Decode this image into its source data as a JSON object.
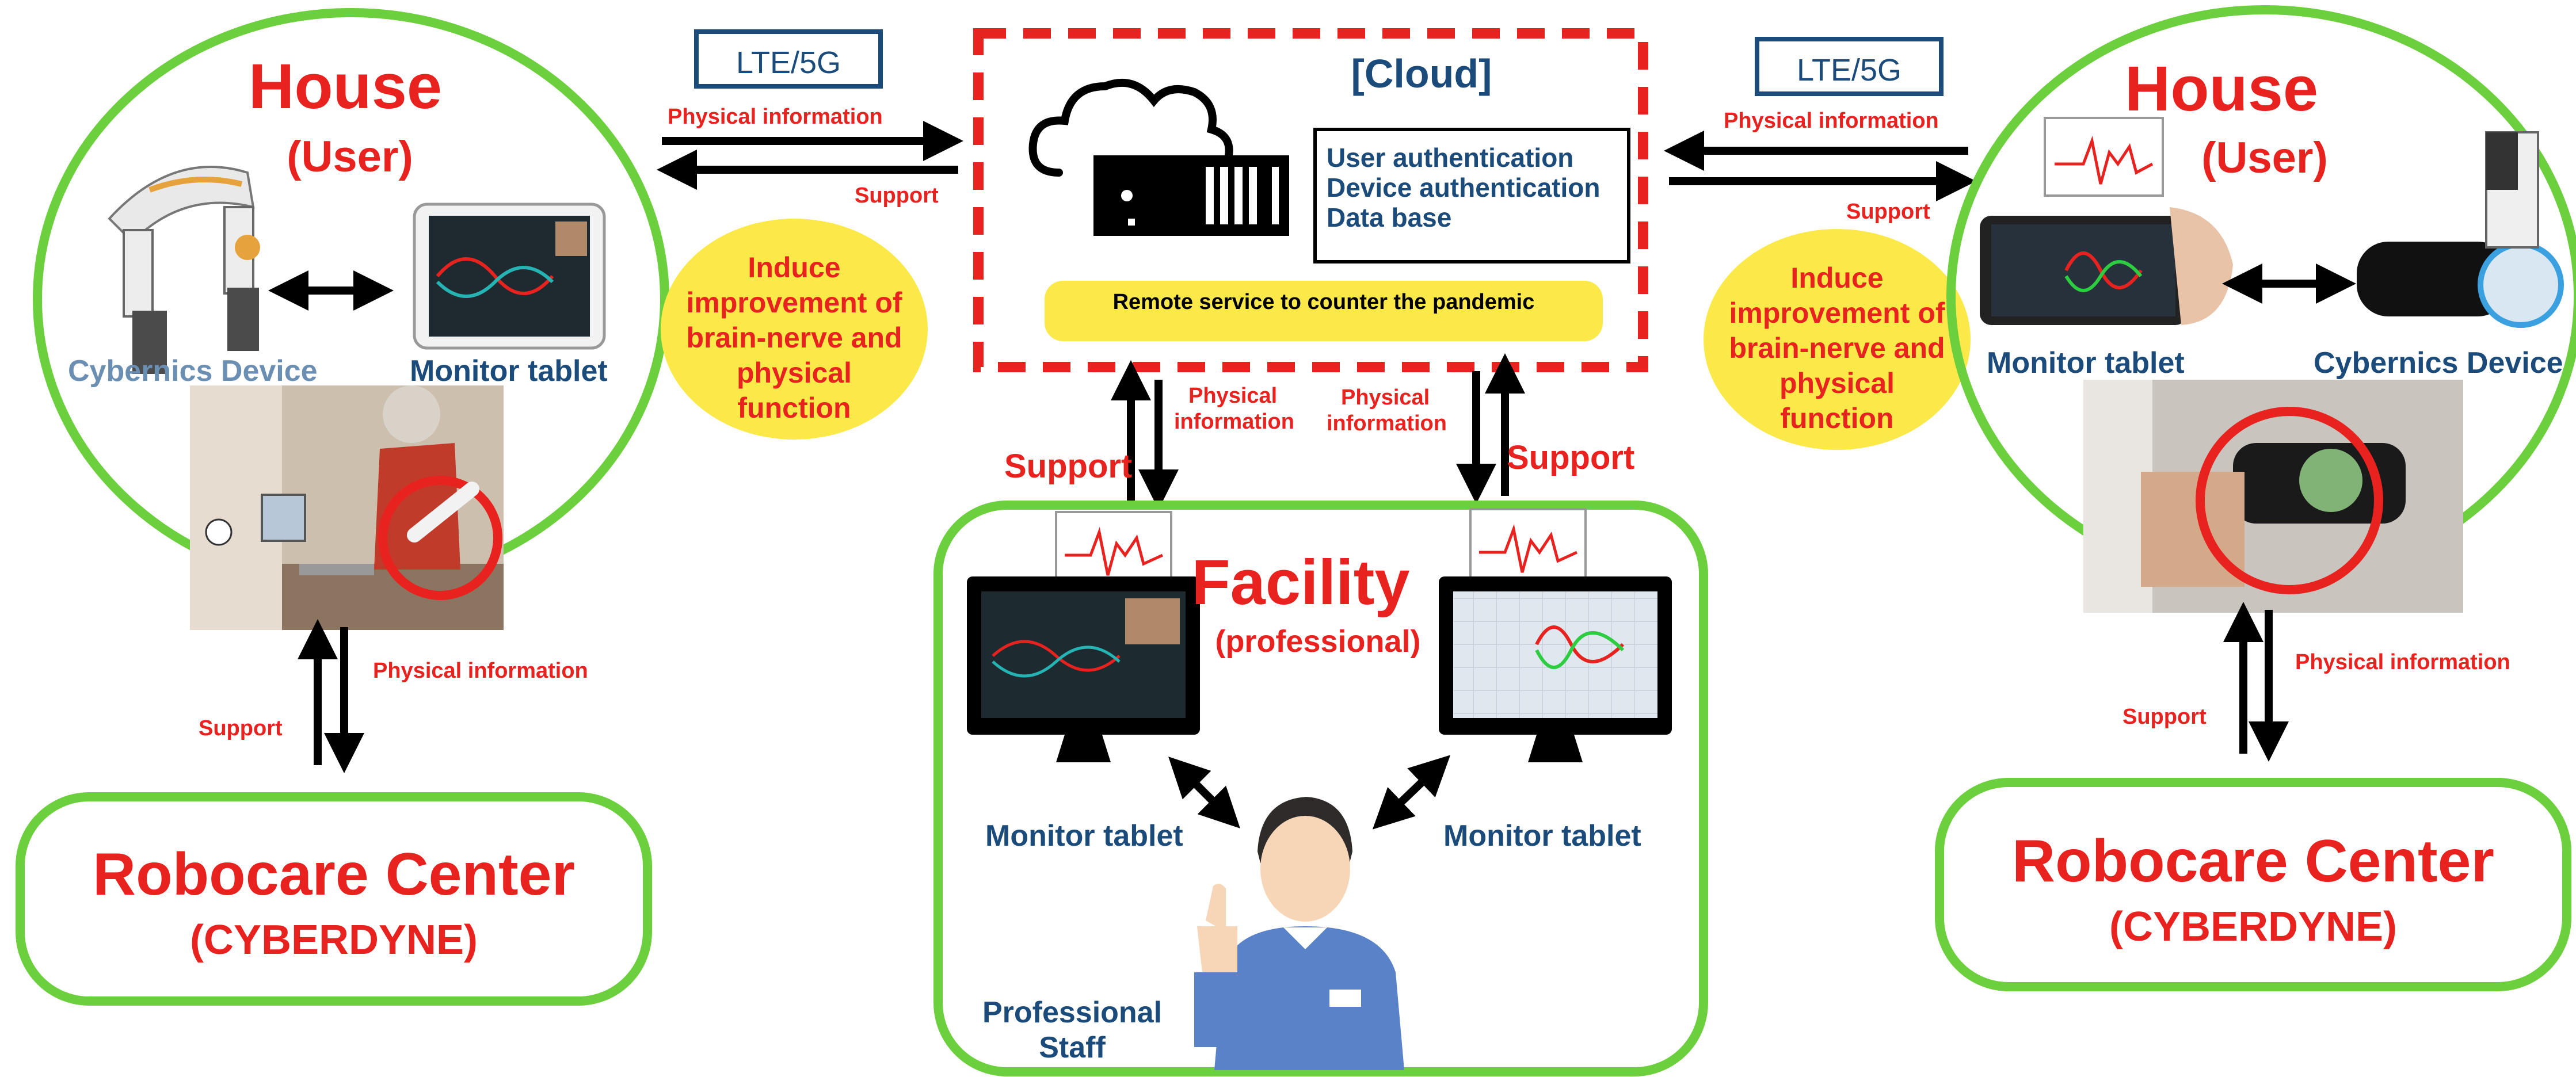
{
  "colors": {
    "red": "#e8231f",
    "green": "#6ccf3d",
    "blue": "#1b4b7a",
    "yellow": "#fbe94a",
    "black": "#000000",
    "gray_blue": "#6b8fb3"
  },
  "network": {
    "left": "LTE/5G",
    "right": "LTE/5G"
  },
  "cloud": {
    "title": "[Cloud]",
    "services": [
      "User authentication",
      "Device authentication",
      "Data base"
    ],
    "banner": "Remote service to counter the pandemic"
  },
  "house_left": {
    "title": "House",
    "subtitle": "(User)",
    "device_label": "Cybernics Device",
    "tablet_label": "Monitor tablet"
  },
  "house_right": {
    "title": "House",
    "subtitle": "(User)",
    "device_label": "Cybernics Device",
    "tablet_label": "Monitor tablet"
  },
  "bubble_left": [
    "Induce",
    "improvement of",
    "brain-nerve and",
    "physical",
    "function"
  ],
  "bubble_right": [
    "Induce",
    "improvement of",
    "brain-nerve and",
    "physical",
    "function"
  ],
  "arrows": {
    "left_phys": "Physical information",
    "left_support": "Support",
    "right_phys": "Physical information",
    "right_support": "Support",
    "mid_left_support": "Support",
    "mid_left_phys": [
      "Physical",
      "information"
    ],
    "mid_right_phys": [
      "Physical",
      "information"
    ],
    "mid_right_support": "Support",
    "bl_phys": "Physical information",
    "bl_support": "Support",
    "br_phys": "Physical information",
    "br_support": "Support"
  },
  "facility": {
    "title": "Facility",
    "subtitle": "(professional)",
    "monitor_left": "Monitor tablet",
    "monitor_right": "Monitor tablet",
    "staff": [
      "Professional",
      "Staff"
    ]
  },
  "robocare_left": {
    "title": "Robocare Center",
    "subtitle": "(CYBERDYNE)"
  },
  "robocare_right": {
    "title": "Robocare Center",
    "subtitle": "(CYBERDYNE)"
  }
}
